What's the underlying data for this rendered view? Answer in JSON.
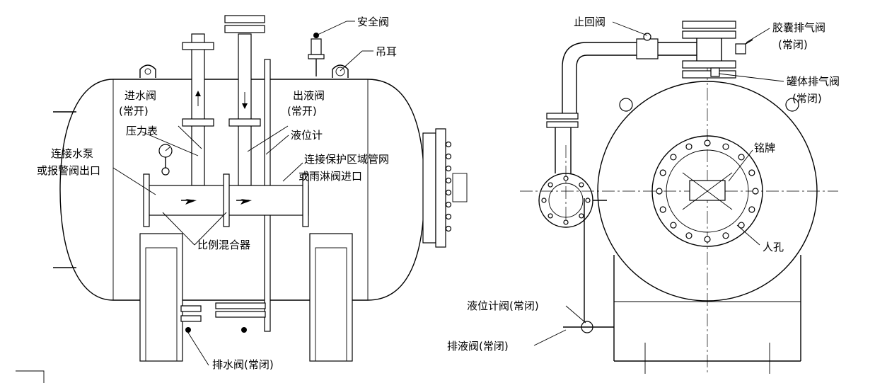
{
  "labels": {
    "safety_valve": "安全阀",
    "lifting_lug": "吊耳",
    "inlet_valve": "进水阀",
    "inlet_valve_state": "(常开)",
    "outlet_valve": "出液阀",
    "outlet_valve_state": "(常开)",
    "pressure_gauge": "压力表",
    "level_gauge": "液位计",
    "pump_connection_line1": "连接水泵",
    "pump_connection_line2": "或报警阀出口",
    "zone_connection_line1": "连接保护区域管网",
    "zone_connection_line2": "或雨淋阀进口",
    "proportional_mixer": "比例混合器",
    "drain_valve": "排水阀(常闭)",
    "check_valve": "止回阀",
    "bladder_vent_valve": "胶囊排气阀",
    "bladder_vent_valve_state": "(常闭)",
    "tank_vent_valve": "罐体排气阀",
    "tank_vent_valve_state": "(常闭)",
    "nameplate": "铭牌",
    "manhole": "人孔",
    "level_gauge_valve": "液位计阀(常闭)",
    "liquid_drain_valve": "排液阀(常闭)"
  }
}
